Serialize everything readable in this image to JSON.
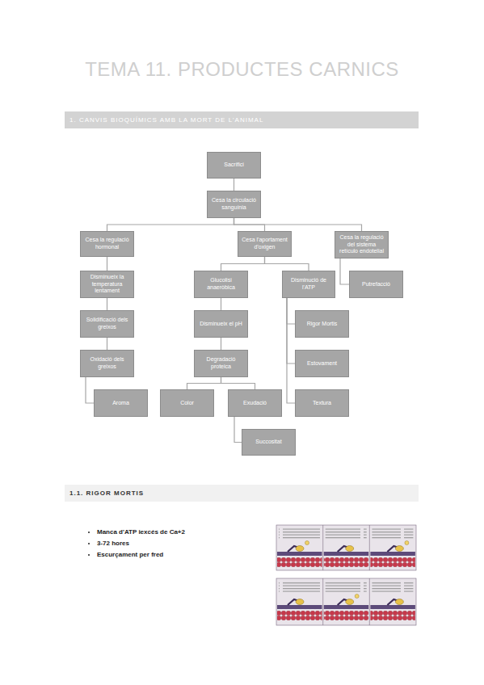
{
  "diagram": {
    "title": "TEMA 11. PRODUCTES CARNICS",
    "nodes": [
      {
        "text": [
          "Sacrifici"
        ]
      },
      {
        "text": [
          "Cesa la circulació sanguínia"
        ]
      },
      {
        "text": [
          "Cesa la regulació hormonal"
        ]
      },
      {
        "text": [
          "Cesa l'aportament d'oxigen"
        ]
      },
      {
        "text": [
          "Cesa la regulació del sistema retículo endotelial"
        ]
      },
      {
        "text": [
          "Disminueix la temperatura lentament"
        ]
      },
      {
        "text": [
          "Glucolisi anaeròbica"
        ]
      },
      {
        "text": [
          "Disminució de l'ATP"
        ]
      },
      {
        "text": [
          "Putrefacció"
        ]
      },
      {
        "text": [
          "Solidificació dels greixos"
        ]
      },
      {
        "text": [
          "Disminueix el pH"
        ]
      },
      {
        "text": [
          "Rigor Mortis"
        ]
      },
      {
        "text": [
          "Oxidació dels greixos"
        ]
      },
      {
        "text": [
          "Degradació proteica"
        ]
      },
      {
        "text": [
          "Estovament"
        ]
      },
      {
        "text": [
          "Aroma"
        ]
      },
      {
        "text": [
          "Color"
        ]
      },
      {
        "text": [
          "Exudació"
        ]
      },
      {
        "text": [
          "Textura"
        ]
      },
      {
        "text": [
          "Succositat"
        ]
      }
    ],
    "edges": [
      {
        "from": 0,
        "to": 1,
        "arrow": "none"
      },
      {
        "from": 1,
        "to": 2,
        "arrow": "none"
      },
      {
        "from": 1,
        "to": 3,
        "arrow": "none"
      },
      {
        "from": 1,
        "to": 4,
        "arrow": "none"
      },
      {
        "from": 2,
        "to": 5,
        "arrow": "none"
      },
      {
        "from": 5,
        "to": 9,
        "arrow": "none"
      },
      {
        "from": 9,
        "to": 12,
        "arrow": "none"
      },
      {
        "from": 12,
        "to": 15,
        "arrow": "none"
      },
      {
        "from": 3,
        "to": 6,
        "arrow": "none"
      },
      {
        "from": 3,
        "to": 7,
        "arrow": "none"
      },
      {
        "from": 4,
        "to": 8,
        "arrow": "none"
      },
      {
        "from": 6,
        "to": 10,
        "arrow": "none"
      },
      {
        "from": 10,
        "to": 13,
        "arrow": "none"
      },
      {
        "from": 13,
        "to": 16,
        "arrow": "none"
      },
      {
        "from": 13,
        "to": 17,
        "arrow": "none"
      },
      {
        "from": 17,
        "to": 19,
        "arrow": "none"
      },
      {
        "from": 7,
        "to": 11,
        "arrow": "none"
      },
      {
        "from": 7,
        "to": 14,
        "arrow": "none"
      },
      {
        "from": 7,
        "to": 18,
        "arrow": "none"
      }
    ],
    "labels": [
      "1. CANVIS BIOQUÍMICS AMB LA MORT DE L'ANIMAL",
      "1.1. RIGOR MORTIS",
      "Manca d'ATP iexcés de Ca+2",
      "3-72 hores",
      "Escurçament per fred"
    ]
  }
}
